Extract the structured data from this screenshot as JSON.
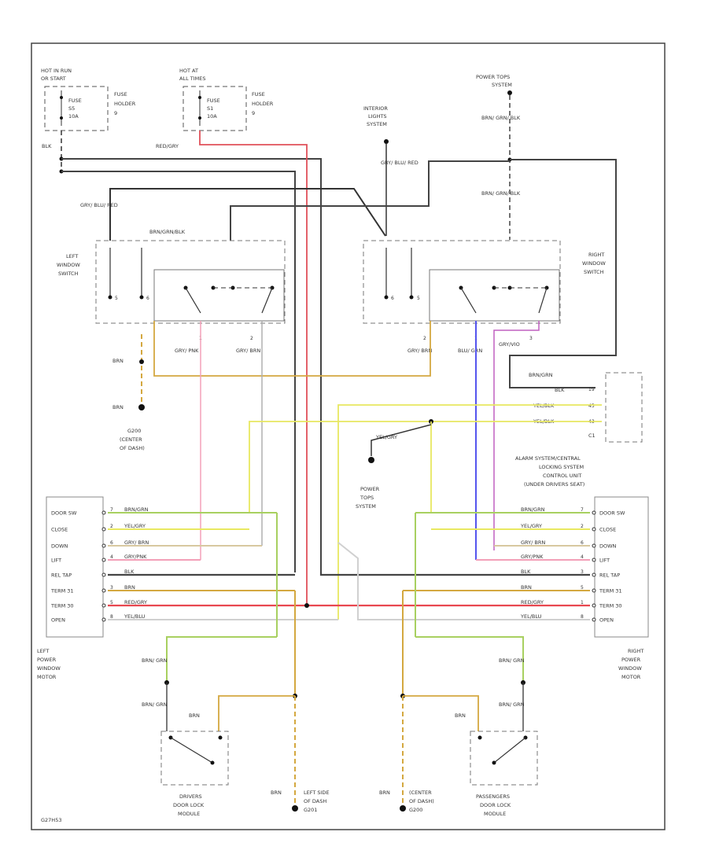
{
  "fuse_hot_in_run": {
    "line1": "HOT IN RUN",
    "line2": "OR START",
    "fuse": "FUSE",
    "holder": "HOLDER",
    "size": "10A",
    "num": "S5",
    "holder_num": "9"
  },
  "fuse_hot_at_all": {
    "line1": "HOT AT",
    "line2": "ALL TIMES",
    "fuse": "FUSE",
    "holder": "HOLDER",
    "size": "10A",
    "num": "S1",
    "holder_num": "9"
  },
  "power_tops_top": {
    "line1": "POWER TOPS",
    "line2": "SYSTEM"
  },
  "interior_lights": {
    "line1": "INTERIOR",
    "line2": "LIGHTS",
    "line3": "SYSTEM"
  },
  "power_tops_mid": {
    "line1": "POWER",
    "line2": "TOPS",
    "line3": "SYSTEM"
  },
  "left_switch": {
    "line1": "LEFT",
    "line2": "WINDOW",
    "line3": "SWITCH"
  },
  "right_switch": {
    "line1": "RIGHT",
    "line2": "WINDOW",
    "line3": "SWITCH"
  },
  "g200": {
    "line1": "G200",
    "line2": "(CENTER",
    "line3": "OF DASH)"
  },
  "alarm_unit": {
    "line1": "ALARM SYSTEM/CENTRAL",
    "line2": "LOCKING SYSTEM",
    "line3": "CONTROL UNIT",
    "line4": "(UNDER DRIVERS SEAT)"
  },
  "left_motor": {
    "line1": "LEFT",
    "line2": "POWER",
    "line3": "WINDOW",
    "line4": "MOTOR"
  },
  "right_motor": {
    "line1": "RIGHT",
    "line2": "POWER",
    "line3": "WINDOW",
    "line4": "MOTOR"
  },
  "drivers_lock": {
    "line1": "DRIVERS",
    "line2": "DOOR LOCK",
    "line3": "MODULE"
  },
  "pass_lock": {
    "line1": "PASSENGERS",
    "line2": "DOOR LOCK",
    "line3": "MODULE"
  },
  "ground_left": {
    "line1": "LEFT SIDE",
    "line2": "OF DASH",
    "line3": "G201"
  },
  "ground_center": {
    "line1": "(CENTER",
    "line2": "OF DASH)",
    "line3": "G200"
  },
  "motor_pins": [
    "DOOR SW",
    "CLOSE",
    "DOWN",
    "LIFT",
    "REL TAP",
    "TERM 31",
    "TERM 30",
    "OPEN"
  ],
  "wires": {
    "blk": "BLK",
    "red_gry": "RED/GRY",
    "gry_blu_red": "GRY/ BLU/ RED",
    "brn_grn_blk": "BRN/ GRN/ BLK",
    "brn_grn_blk_top": "BRN/ GRN/ BLK",
    "brn_grn_blk_mid": "BRN/GRN/BLK",
    "brn": "BRN",
    "gry_pnk": "GRY/ PNK",
    "gry_brn": "GRY/ BRN",
    "blu_grn": "BLU/ GRN",
    "gry_vio": "GRY/VIO",
    "brn_grn": "BRN/GRN",
    "yel_blk": "YEL/BLK",
    "yel_gry": "YEL/GRY",
    "brn_grn_short": "BRN/ GRN"
  },
  "connectors": {
    "c1": "C1",
    "pin_19": "19",
    "pin_45": "45",
    "pin_43": "43"
  },
  "left_rows": [
    "BRN/GRN",
    "YEL/GRY",
    "GRY/ BRN",
    "GRY/PNK",
    "BLK",
    "BRN",
    "RED/GRY",
    "YEL/BLU"
  ],
  "right_rows": [
    "BRN/GRN",
    "YEL/GRY",
    "GRY/ BRN",
    "GRY/PNK",
    "BLK",
    "BRN",
    "RED/GRY",
    "YEL/BLU"
  ],
  "left_pins": [
    "7",
    "2",
    "6",
    "4",
    "",
    "3",
    "5",
    "8"
  ],
  "right_pins": [
    "7",
    "2",
    "6",
    "4",
    "3",
    "5",
    "1",
    "8"
  ],
  "footer": {
    "code": "G27H53"
  }
}
